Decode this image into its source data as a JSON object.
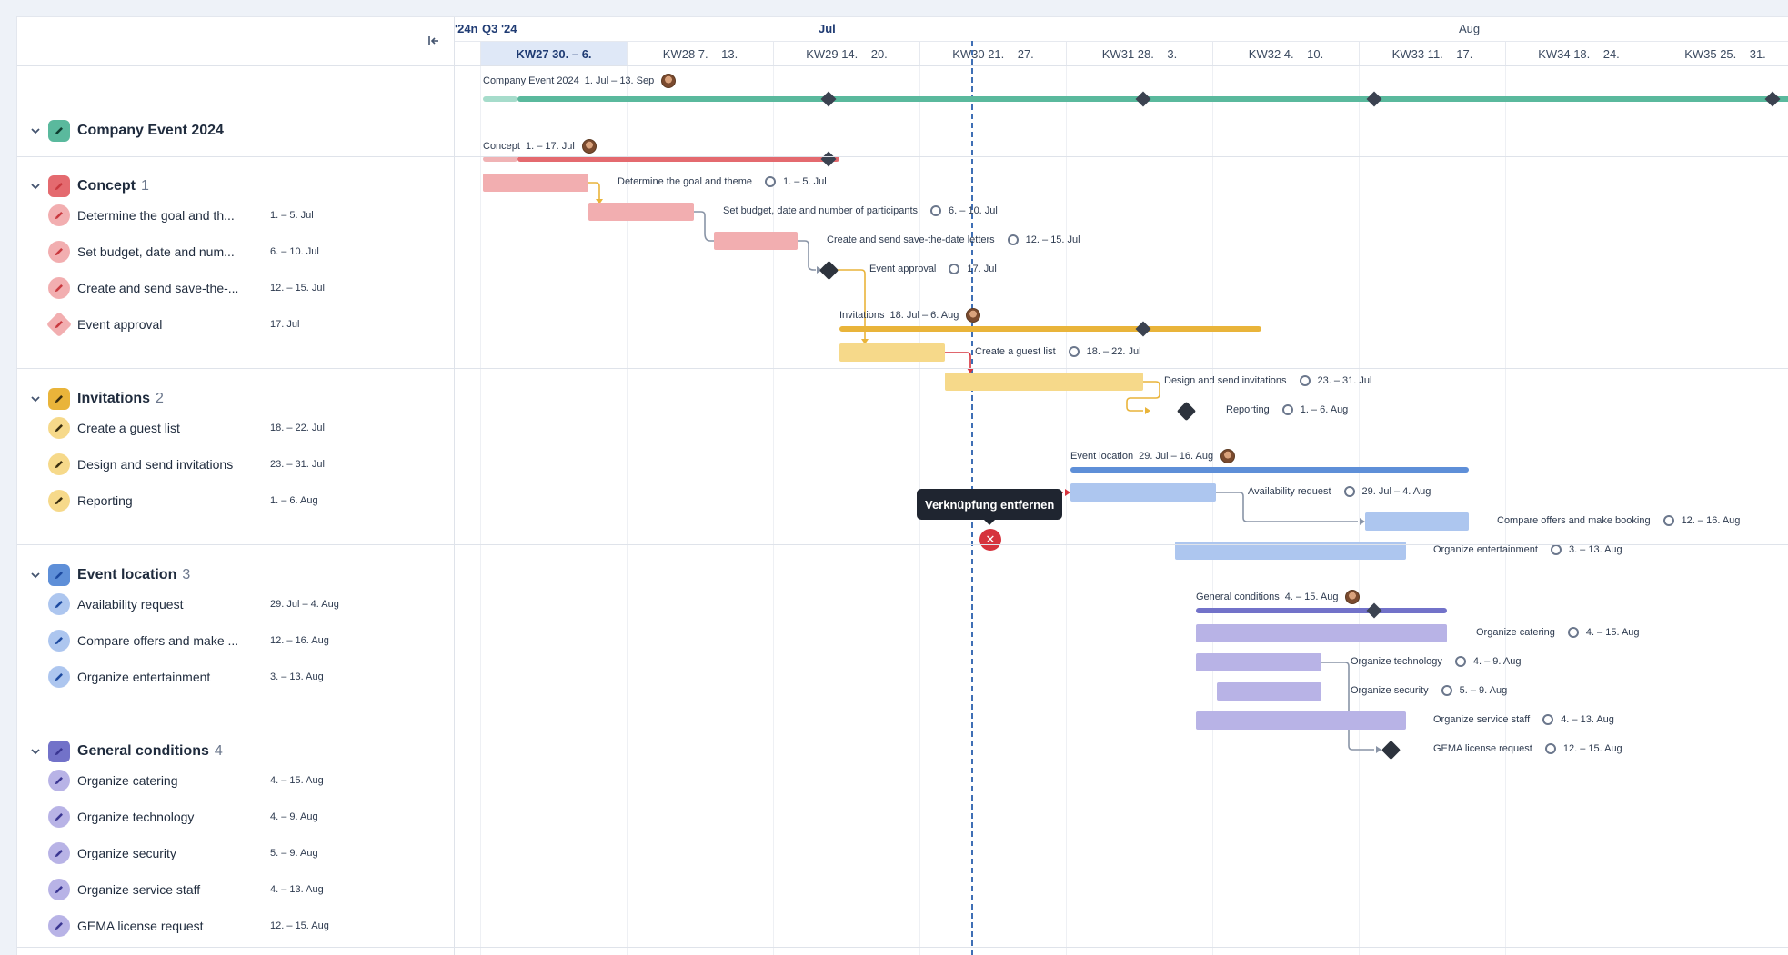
{
  "header": {
    "quarter_prev": "'24n",
    "quarter": "Q3 '24",
    "months": [
      "Jul",
      "Aug"
    ],
    "weeks": [
      "KW27 30. – 6.",
      "KW28 7. – 13.",
      "KW29 14. – 20.",
      "KW30 21. – 27.",
      "KW31 28. – 3.",
      "KW32 4. – 10.",
      "KW33 11. – 17.",
      "KW34 18. – 24.",
      "KW35 25. – 31."
    ]
  },
  "project": {
    "title": "Company Event 2024",
    "bar_label": "Company Event 2024",
    "bar_date": "1. Jul – 13. Sep"
  },
  "groups": [
    {
      "title": "Concept",
      "count": "1",
      "bar_label": "Concept",
      "bar_date": "1. – 17. Jul",
      "tasks": [
        {
          "title": "Determine the goal and th...",
          "date": "1. – 5. Jul",
          "bar_label": "Determine the goal and theme",
          "bar_date": "1. – 5. Jul"
        },
        {
          "title": "Set budget, date and num...",
          "date": "6. – 10. Jul",
          "bar_label": "Set budget, date and number of participants",
          "bar_date": "6. – 10. Jul"
        },
        {
          "title": "Create and send save-the-...",
          "date": "12. – 15. Jul",
          "bar_label": "Create and send save-the-date letters",
          "bar_date": "12. – 15. Jul"
        },
        {
          "title": "Event approval",
          "date": "17. Jul",
          "bar_label": "Event approval",
          "bar_date": "17. Jul"
        }
      ]
    },
    {
      "title": "Invitations",
      "count": "2",
      "bar_label": "Invitations",
      "bar_date": "18. Jul – 6. Aug",
      "tasks": [
        {
          "title": "Create a guest list",
          "date": "18. – 22. Jul",
          "bar_label": "Create a guest list",
          "bar_date": "18. – 22. Jul"
        },
        {
          "title": "Design and send invitations",
          "date": "23. – 31. Jul",
          "bar_label": "Design and send invitations",
          "bar_date": "23. – 31. Jul"
        },
        {
          "title": "Reporting",
          "date": "1. – 6. Aug",
          "bar_label": "Reporting",
          "bar_date": "1. – 6. Aug"
        }
      ]
    },
    {
      "title": "Event location",
      "count": "3",
      "bar_label": "Event location",
      "bar_date": "29. Jul – 16. Aug",
      "tasks": [
        {
          "title": "Availability request",
          "date": "29. Jul – 4. Aug",
          "bar_label": "Availability request",
          "bar_date": "29. Jul – 4. Aug"
        },
        {
          "title": "Compare offers and make ...",
          "date": "12. – 16. Aug",
          "bar_label": "Compare offers and make booking",
          "bar_date": "12. – 16. Aug"
        },
        {
          "title": "Organize entertainment",
          "date": "3. – 13. Aug",
          "bar_label": "Organize entertainment",
          "bar_date": "3. – 13. Aug"
        }
      ]
    },
    {
      "title": "General conditions",
      "count": "4",
      "bar_label": "General conditions",
      "bar_date": "4. – 15. Aug",
      "tasks": [
        {
          "title": "Organize catering",
          "date": "4. – 15. Aug",
          "bar_label": "Organize catering",
          "bar_date": "4. – 15. Aug"
        },
        {
          "title": "Organize technology",
          "date": "4. – 9. Aug",
          "bar_label": "Organize technology",
          "bar_date": "4. – 9. Aug"
        },
        {
          "title": "Organize security",
          "date": "5. – 9. Aug",
          "bar_label": "Organize security",
          "bar_date": "5. – 9. Aug"
        },
        {
          "title": "Organize service staff",
          "date": "4. – 13. Aug",
          "bar_label": "Organize service staff",
          "bar_date": "4. – 13. Aug"
        },
        {
          "title": "GEMA license request",
          "date": "12. – 15. Aug",
          "bar_label": "GEMA license request",
          "bar_date": "12. – 15. Aug"
        }
      ]
    }
  ],
  "tooltip": "Verknüpfung entfernen",
  "colors": {
    "project": "#5ab99d",
    "concept": "#e46a6f",
    "concept_light": "#f2aeb0",
    "invitations": "#e9b43a",
    "invitations_light": "#f6d98a",
    "location": "#5e8fd8",
    "location_light": "#adc6ef",
    "conditions": "#7272c9",
    "conditions_light": "#b8b3e6",
    "today": "#3f6fb5",
    "link_active": "#d6333d"
  },
  "icons": {
    "collapse": "collapse-left-icon",
    "chevron": "chevron-down-icon",
    "task": "pencil-icon",
    "remove": "close-icon"
  }
}
